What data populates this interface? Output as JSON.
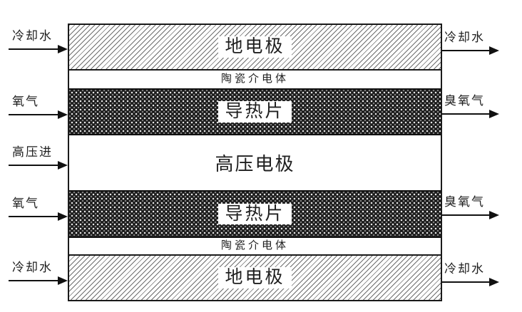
{
  "diagram": {
    "title": "ozone-generator-cell-structure",
    "layers": {
      "ground_electrode_top": "地电极",
      "dielectric_top": "陶瓷介电体",
      "heat_sheet_top": "导热片",
      "hv_electrode": "高压电极",
      "heat_sheet_bottom": "导热片",
      "dielectric_bottom": "陶瓷介电体",
      "ground_electrode_bottom": "地电极"
    },
    "left_labels": {
      "cooling_water_top": "冷却水",
      "oxygen_top": "氧气",
      "hv_in": "高压进",
      "oxygen_bottom": "氧气",
      "cooling_water_bottom": "冷却水"
    },
    "right_labels": {
      "cooling_water_top": "冷却水",
      "ozone_top": "臭氧气",
      "ozone_bottom": "臭氧气",
      "cooling_water_bottom": "冷却水"
    },
    "colors": {
      "line": "#111111",
      "border": "#1a1a1a",
      "hatch_line": "#6d6d6d",
      "heat_sheet_base": "#1b1b1b",
      "background": "#ffffff"
    }
  }
}
